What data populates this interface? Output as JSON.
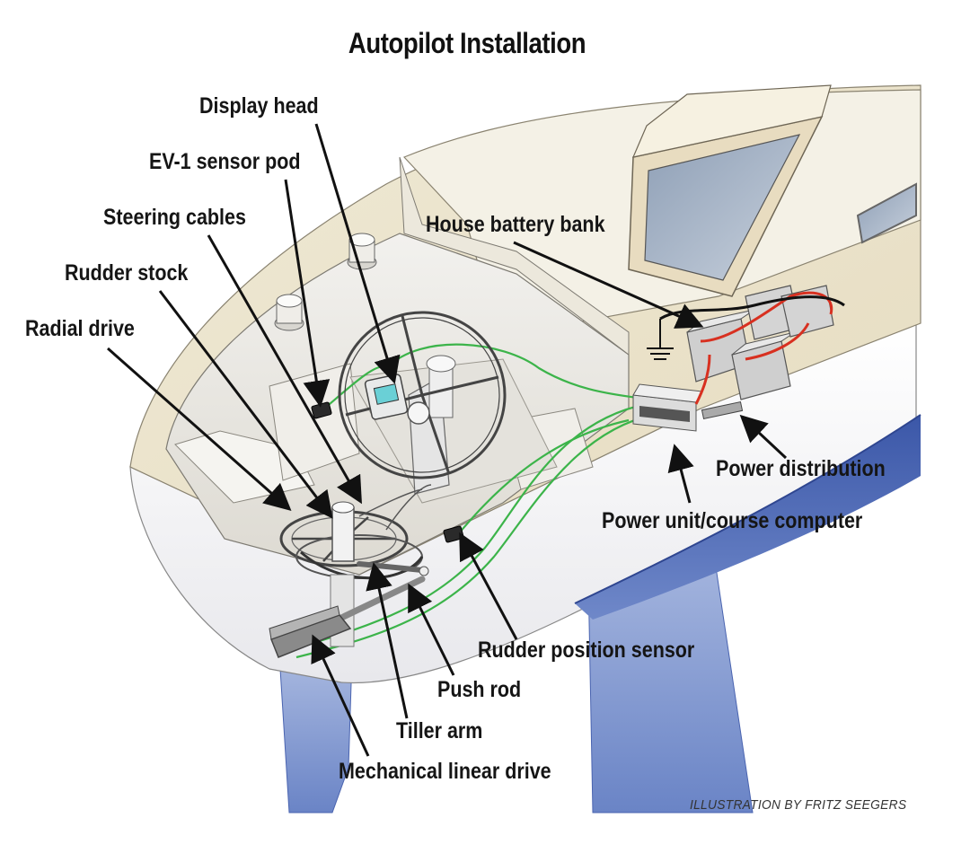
{
  "title": "Autopilot Installation",
  "labels": {
    "display_head": "Display head",
    "ev1_sensor_pod": "EV-1 sensor pod",
    "steering_cables": "Steering cables",
    "rudder_stock": "Rudder stock",
    "radial_drive": "Radial drive",
    "house_battery_bank": "House battery bank",
    "power_distribution": "Power distribution",
    "power_unit": "Power unit/course computer",
    "rudder_position_sensor": "Rudder position sensor",
    "push_rod": "Push rod",
    "tiller_arm": "Tiller arm",
    "mechanical_linear_drive": "Mechanical linear drive"
  },
  "credit": "ILLUSTRATION BY FRITZ SEEGERS",
  "colors": {
    "deck": "#ece5cf",
    "hull_white": "#f7f7f7",
    "hull_blue": "#4a64b0",
    "rudder_blue": "#7891cc",
    "glass": "#aab5c4",
    "wire_green": "#3cb44a",
    "wire_red": "#d83020",
    "line": "#555555",
    "leader": "#111111"
  }
}
